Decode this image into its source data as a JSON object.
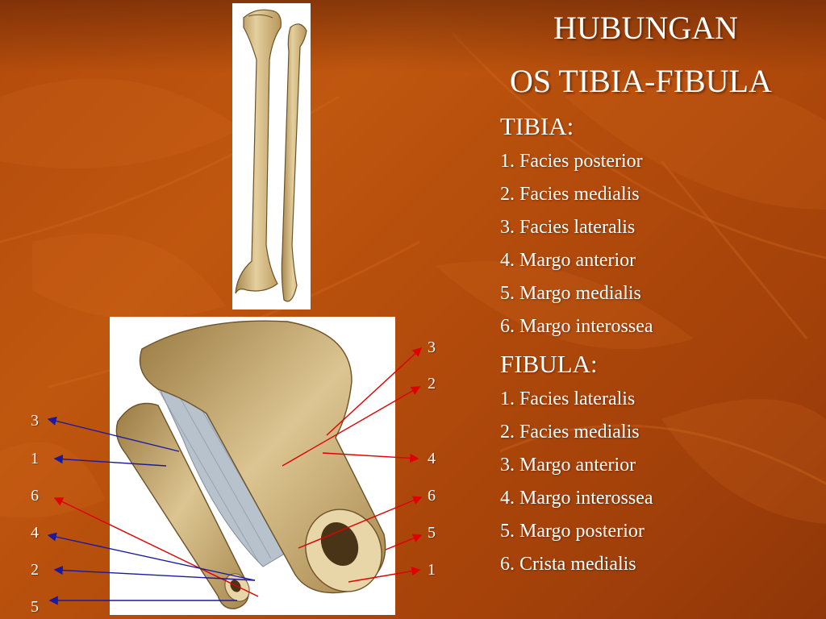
{
  "title": {
    "line1": "HUBUNGAN",
    "line2": "OS TIBIA-FIBULA"
  },
  "tibia": {
    "heading": "TIBIA:",
    "items": [
      "1. Facies posterior",
      "2. Facies medialis",
      "3. Facies lateralis",
      "4. Margo anterior",
      "5. Margo medialis",
      "6. Margo interossea"
    ]
  },
  "fibula": {
    "heading": "FIBULA:",
    "items": [
      "1. Facies lateralis",
      "2. Facies medialis",
      "3. Margo anterior",
      "4. Margo interossea",
      "5. Margo posterior",
      "6. Crista medialis"
    ]
  },
  "figure_labels": {
    "left": [
      "3",
      "1",
      "6",
      "4",
      "2",
      "5"
    ],
    "right": [
      "3",
      "2",
      "4",
      "6",
      "5",
      "1"
    ]
  },
  "colors": {
    "background": "#b24a0c",
    "text": "#ffffff",
    "arrow_red": "#e00000",
    "arrow_blue": "#1a1aa0",
    "bone": "#d9c08c"
  }
}
